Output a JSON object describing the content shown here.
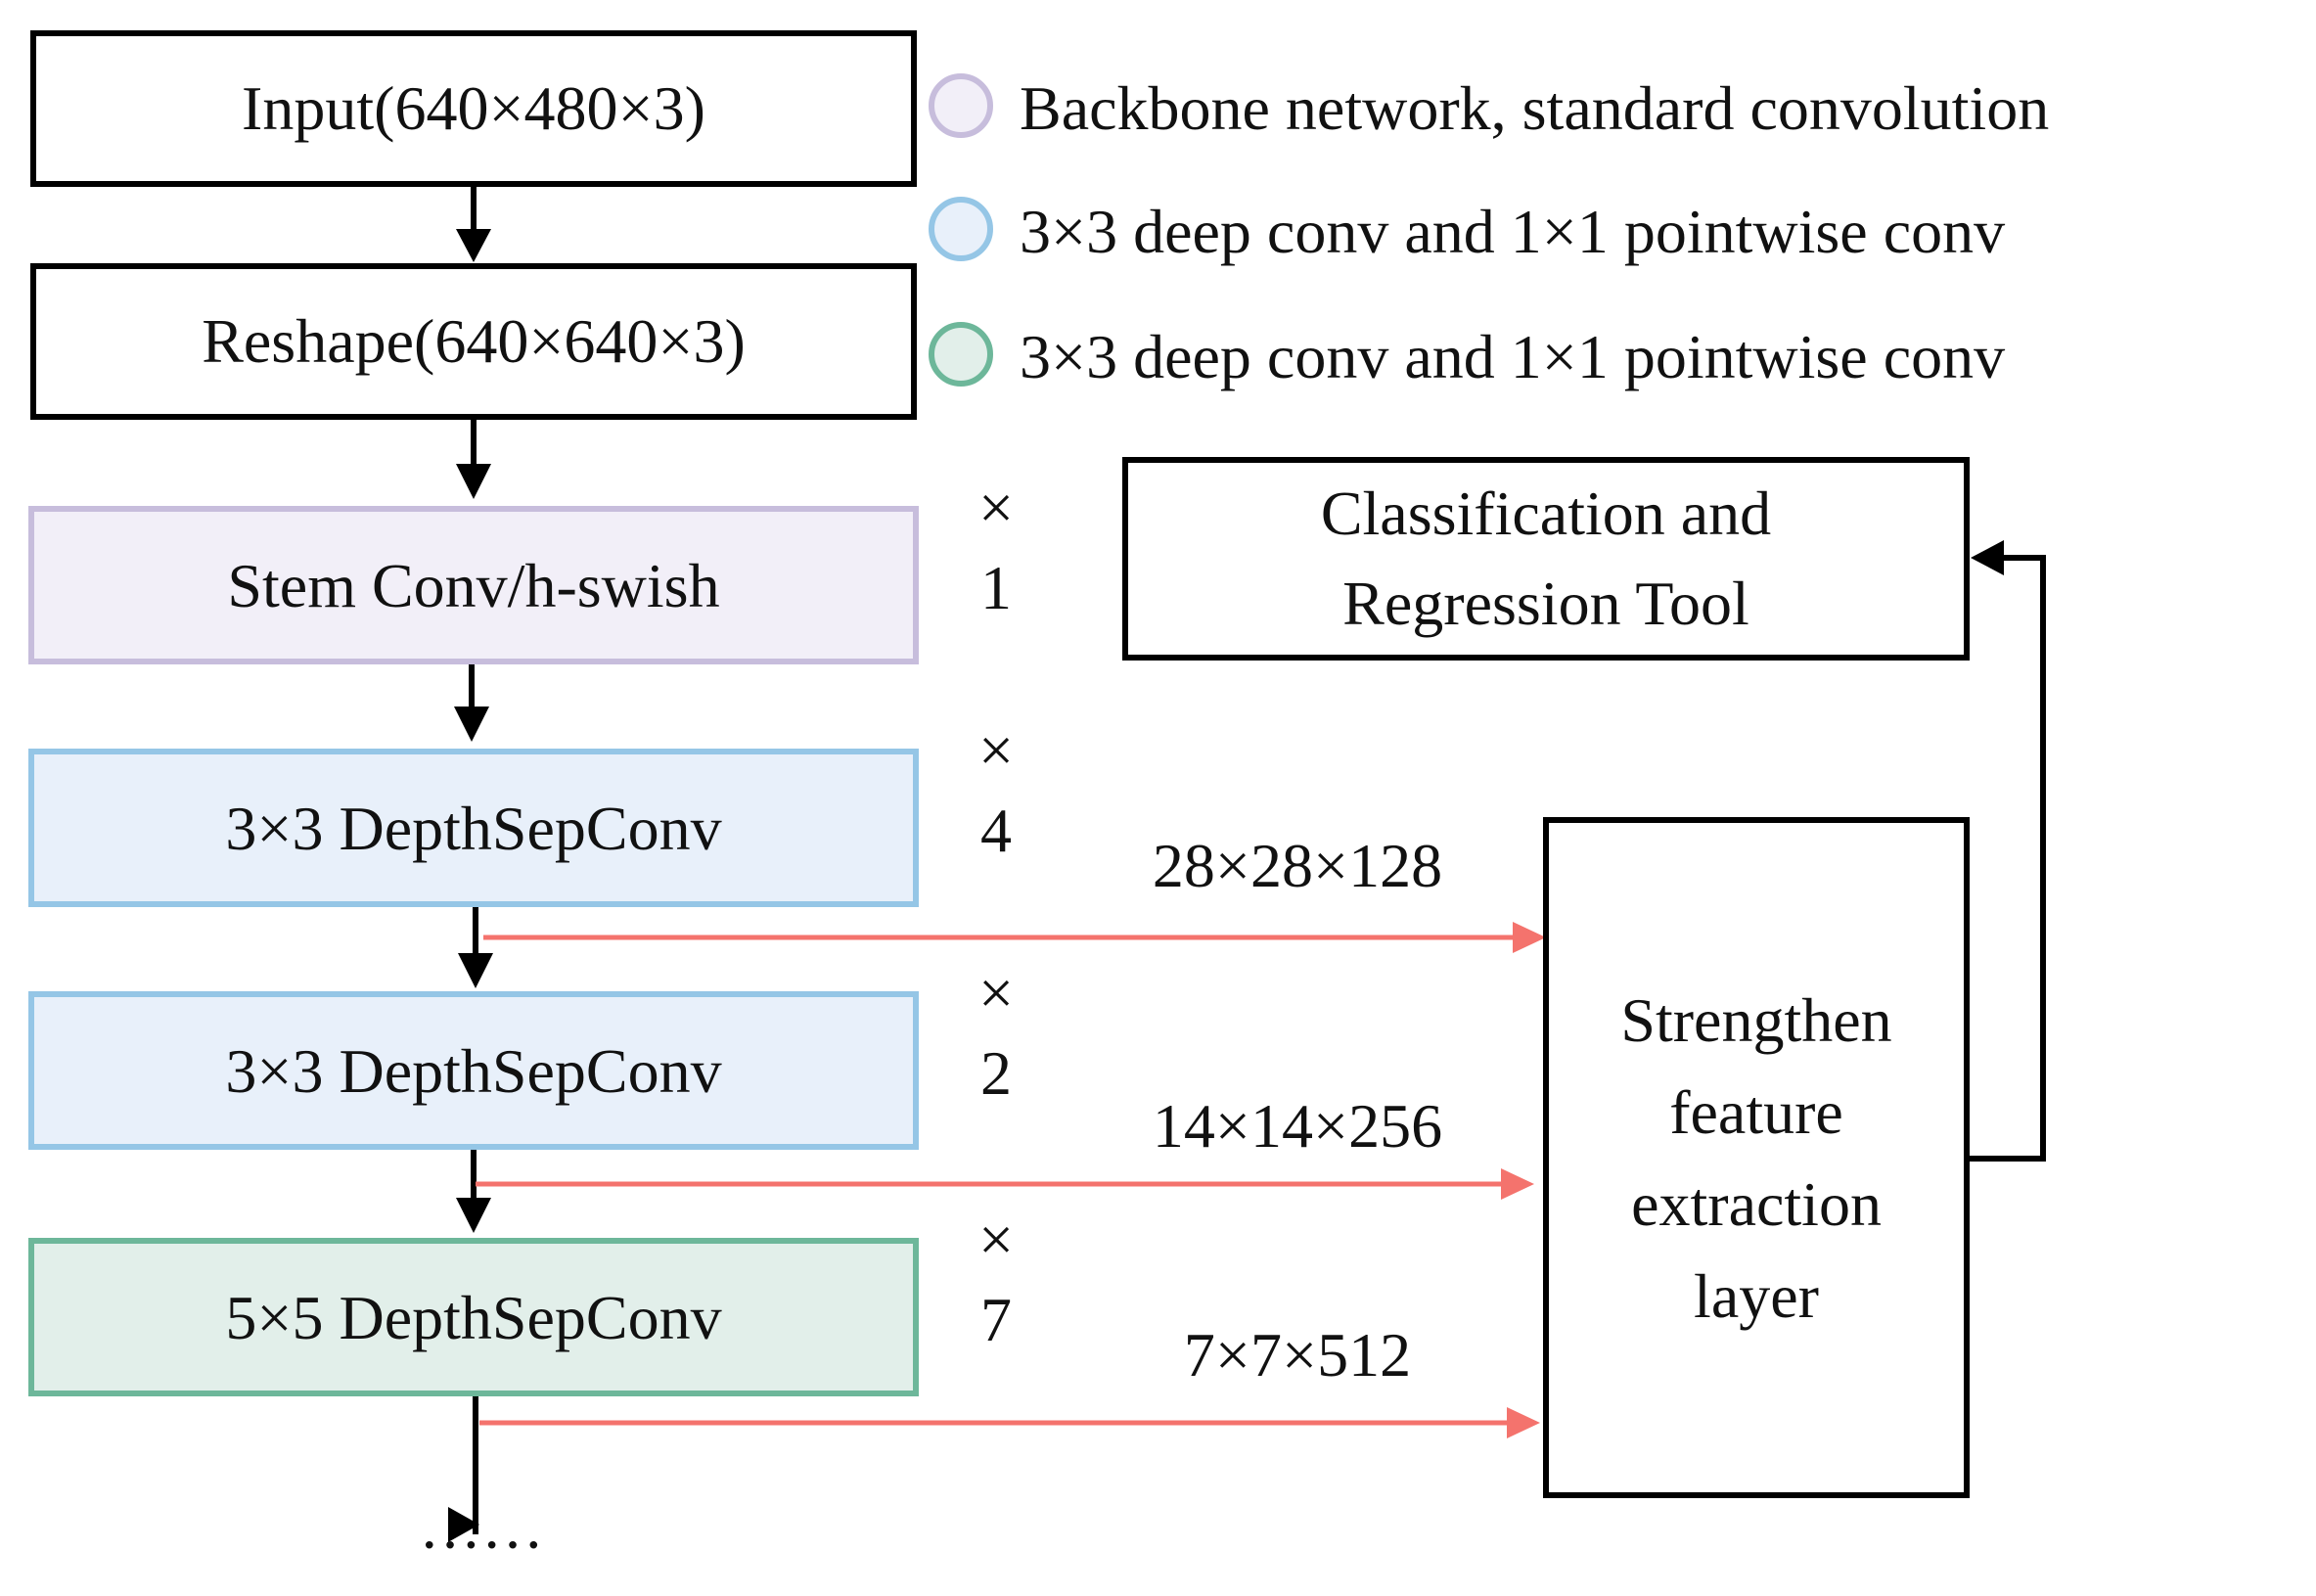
{
  "colors": {
    "stroke": "#000000",
    "arrow_red": "#f4736d",
    "purple_fill": "#f2eff8",
    "purple_stroke": "#c7bddc",
    "blue_fill": "#e8f0fa",
    "blue_stroke": "#95c6e6",
    "green_fill": "#e2efea",
    "green_stroke": "#6db79a"
  },
  "nodes": {
    "input": "Input(640×480×3)",
    "reshape": "Reshape(640×640×3)",
    "stem": "Stem Conv/h-swish",
    "dw1": "3×3 DepthSepConv",
    "dw2": "3×3 DepthSepConv",
    "dw3": "5×5 DepthSepConv",
    "classification": [
      "Classification and",
      "Regression Tool"
    ],
    "strengthen": [
      "Strengthen",
      "feature",
      "extraction",
      "layer"
    ]
  },
  "repeats": [
    {
      "symbol": "×",
      "count": "1"
    },
    {
      "symbol": "×",
      "count": "4"
    },
    {
      "symbol": "×",
      "count": "2"
    },
    {
      "symbol": "×",
      "count": "7"
    }
  ],
  "feature_sizes": [
    "28×28×128",
    "14×14×256",
    "7×7×512"
  ],
  "legend": [
    {
      "label": "Backbone network, standard convolution",
      "color": "purple"
    },
    {
      "label": "3×3 deep conv and 1×1 pointwise conv",
      "color": "blue"
    },
    {
      "label": "3×3 deep conv and 1×1 pointwise conv",
      "color": "green"
    }
  ],
  "continuation": "······"
}
